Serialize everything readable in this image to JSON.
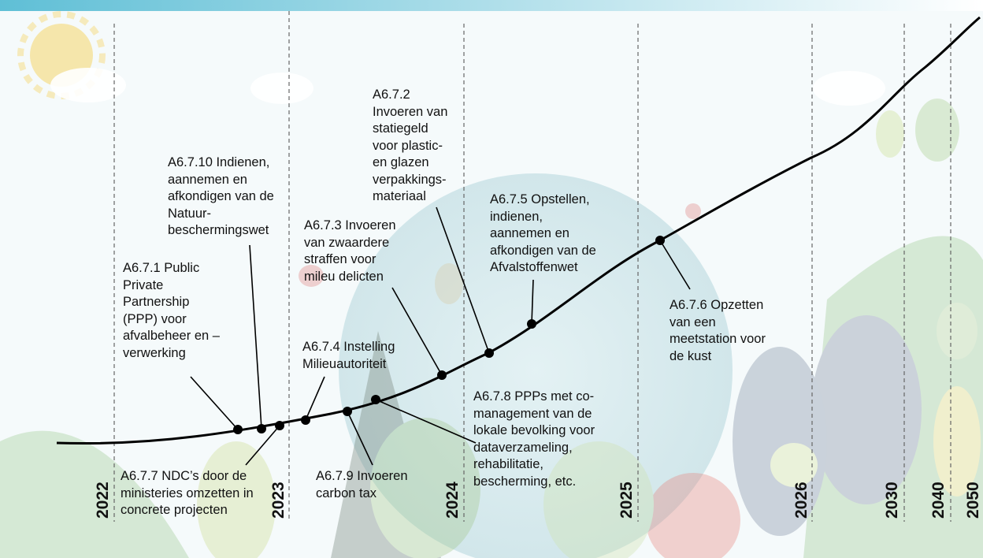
{
  "years": [
    "2022",
    "2023",
    "2024",
    "2025",
    "2026",
    "2030",
    "2040",
    "2050"
  ],
  "milestones": {
    "a6_7_1": "A6.7.1 Public\nPrivate\nPartnership\n(PPP) voor\nafvalbeheer en –\nverwerking",
    "a6_7_10": "A6.7.10 Indienen,\naannemen en\nafkondigen van de\nNatuur-\nbeschermingswet",
    "a6_7_7": "A6.7.7 NDC’s door de\nministeries omzetten in\nconcrete projecten",
    "a6_7_4": "A6.7.4 Instelling\nMilieuautoriteit",
    "a6_7_3": "A6.7.3 Invoeren\nvan zwaardere\nstraffen voor\nmileu delicten",
    "a6_7_9": "A6.7.9 Invoeren\ncarbon tax",
    "a6_7_2": "A6.7.2\nInvoeren van\nstatiegeld\nvoor plastic-\nen glazen\nverpakkings-\nmateriaal",
    "a6_7_8": "A6.7.8 PPPs met co-\nmanagement van de\nlokale bevolking voor\ndataverzameling,\nrehabilitatie,\nbescherming, etc.",
    "a6_7_5": "A6.7.5 Opstellen,\nindienen,\naannemen en\nafkondigen van de\nAfvalstoffenwet",
    "a6_7_6": "A6.7.6 Opzetten\nvan een\nmeetstation voor\nde kust"
  }
}
